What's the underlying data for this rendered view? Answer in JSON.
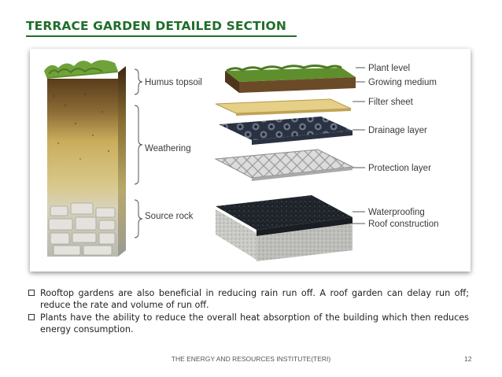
{
  "slide": {
    "title": "TERRACE GARDEN DETAILED SECTION",
    "footer": "THE ENERGY AND RESOURCES INSTITUTE(TERI)",
    "page_number": "12"
  },
  "figure": {
    "soil_labels": {
      "humus": "Humus topsoil",
      "weathering": "Weathering",
      "source_rock": "Source rock"
    },
    "layer_labels": {
      "plant_level": "Plant level",
      "growing_medium": "Growing medium",
      "filter_sheet": "Filter sheet",
      "drainage_layer": "Drainage layer",
      "protection_layer": "Protection layer",
      "waterproofing": "Waterproofing",
      "roof_construction": "Roof construction"
    }
  },
  "bullets": [
    "Rooftop gardens are also beneficial in reducing rain run off. A roof garden can delay run off; reduce the rate and volume of run off.",
    "Plants have the ability to reduce the overall heat absorption of the building which then reduces energy consumption."
  ]
}
